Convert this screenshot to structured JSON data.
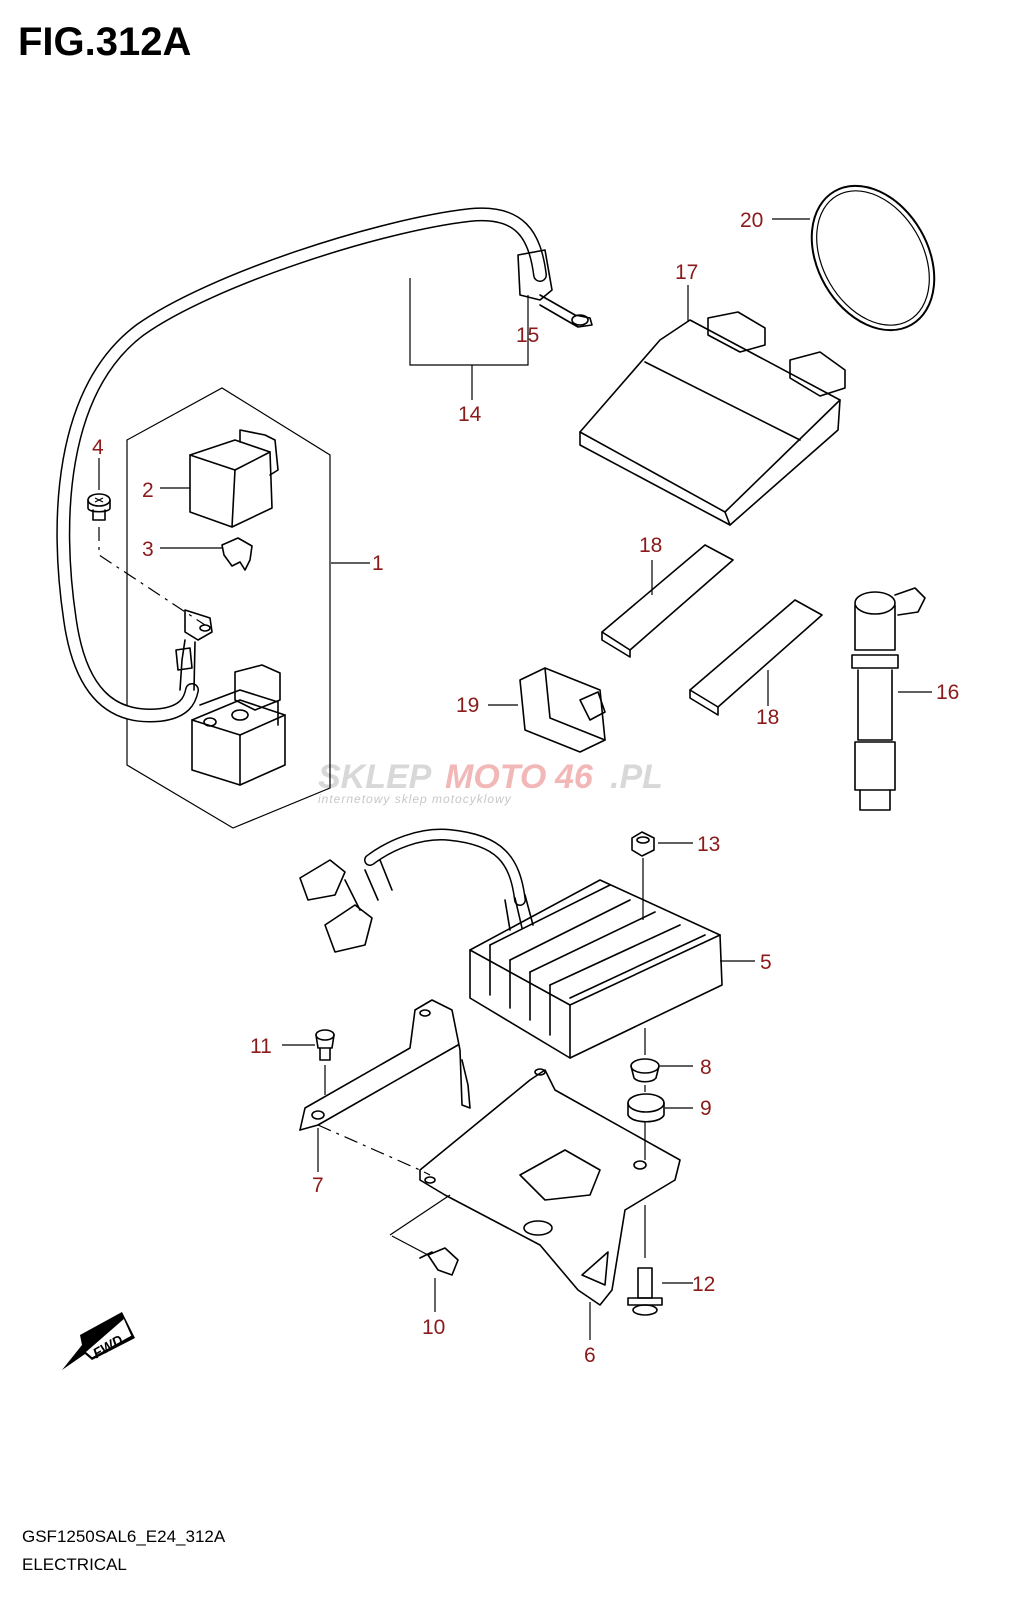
{
  "figure": {
    "title": "FIG.312A",
    "code": "GSF1250SAL6_E24_312A",
    "section": "ELECTRICAL"
  },
  "fwd_label": "FWD",
  "watermark": {
    "brand_a": "SKLEP",
    "brand_b": "MOTO",
    "brand_c": "46",
    "brand_d": ".PL",
    "tagline": "internetowy sklep motocyklowy"
  },
  "callouts": [
    "1",
    "2",
    "3",
    "4",
    "5",
    "6",
    "7",
    "8",
    "9",
    "10",
    "11",
    "12",
    "13",
    "14",
    "15",
    "16",
    "17",
    "18",
    "18",
    "19",
    "20"
  ],
  "colors": {
    "callout": "#8b1a1a",
    "line": "#000000"
  }
}
